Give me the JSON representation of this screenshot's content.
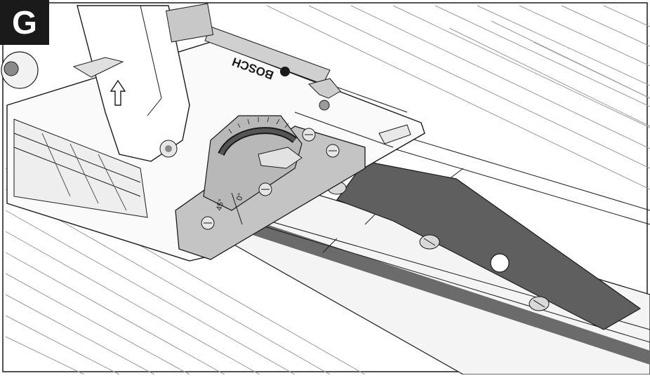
{
  "figure": {
    "label": "G",
    "brand_text": "BOSCH",
    "scale_labels": [
      "0°",
      "45°"
    ]
  },
  "colors": {
    "background": "#ffffff",
    "line": "#1a1a1a",
    "plate_gray": "#c8c8c8",
    "rail_dark": "#6b6b6b",
    "label_bg": "#1a1a1a",
    "label_fg": "#ffffff"
  }
}
